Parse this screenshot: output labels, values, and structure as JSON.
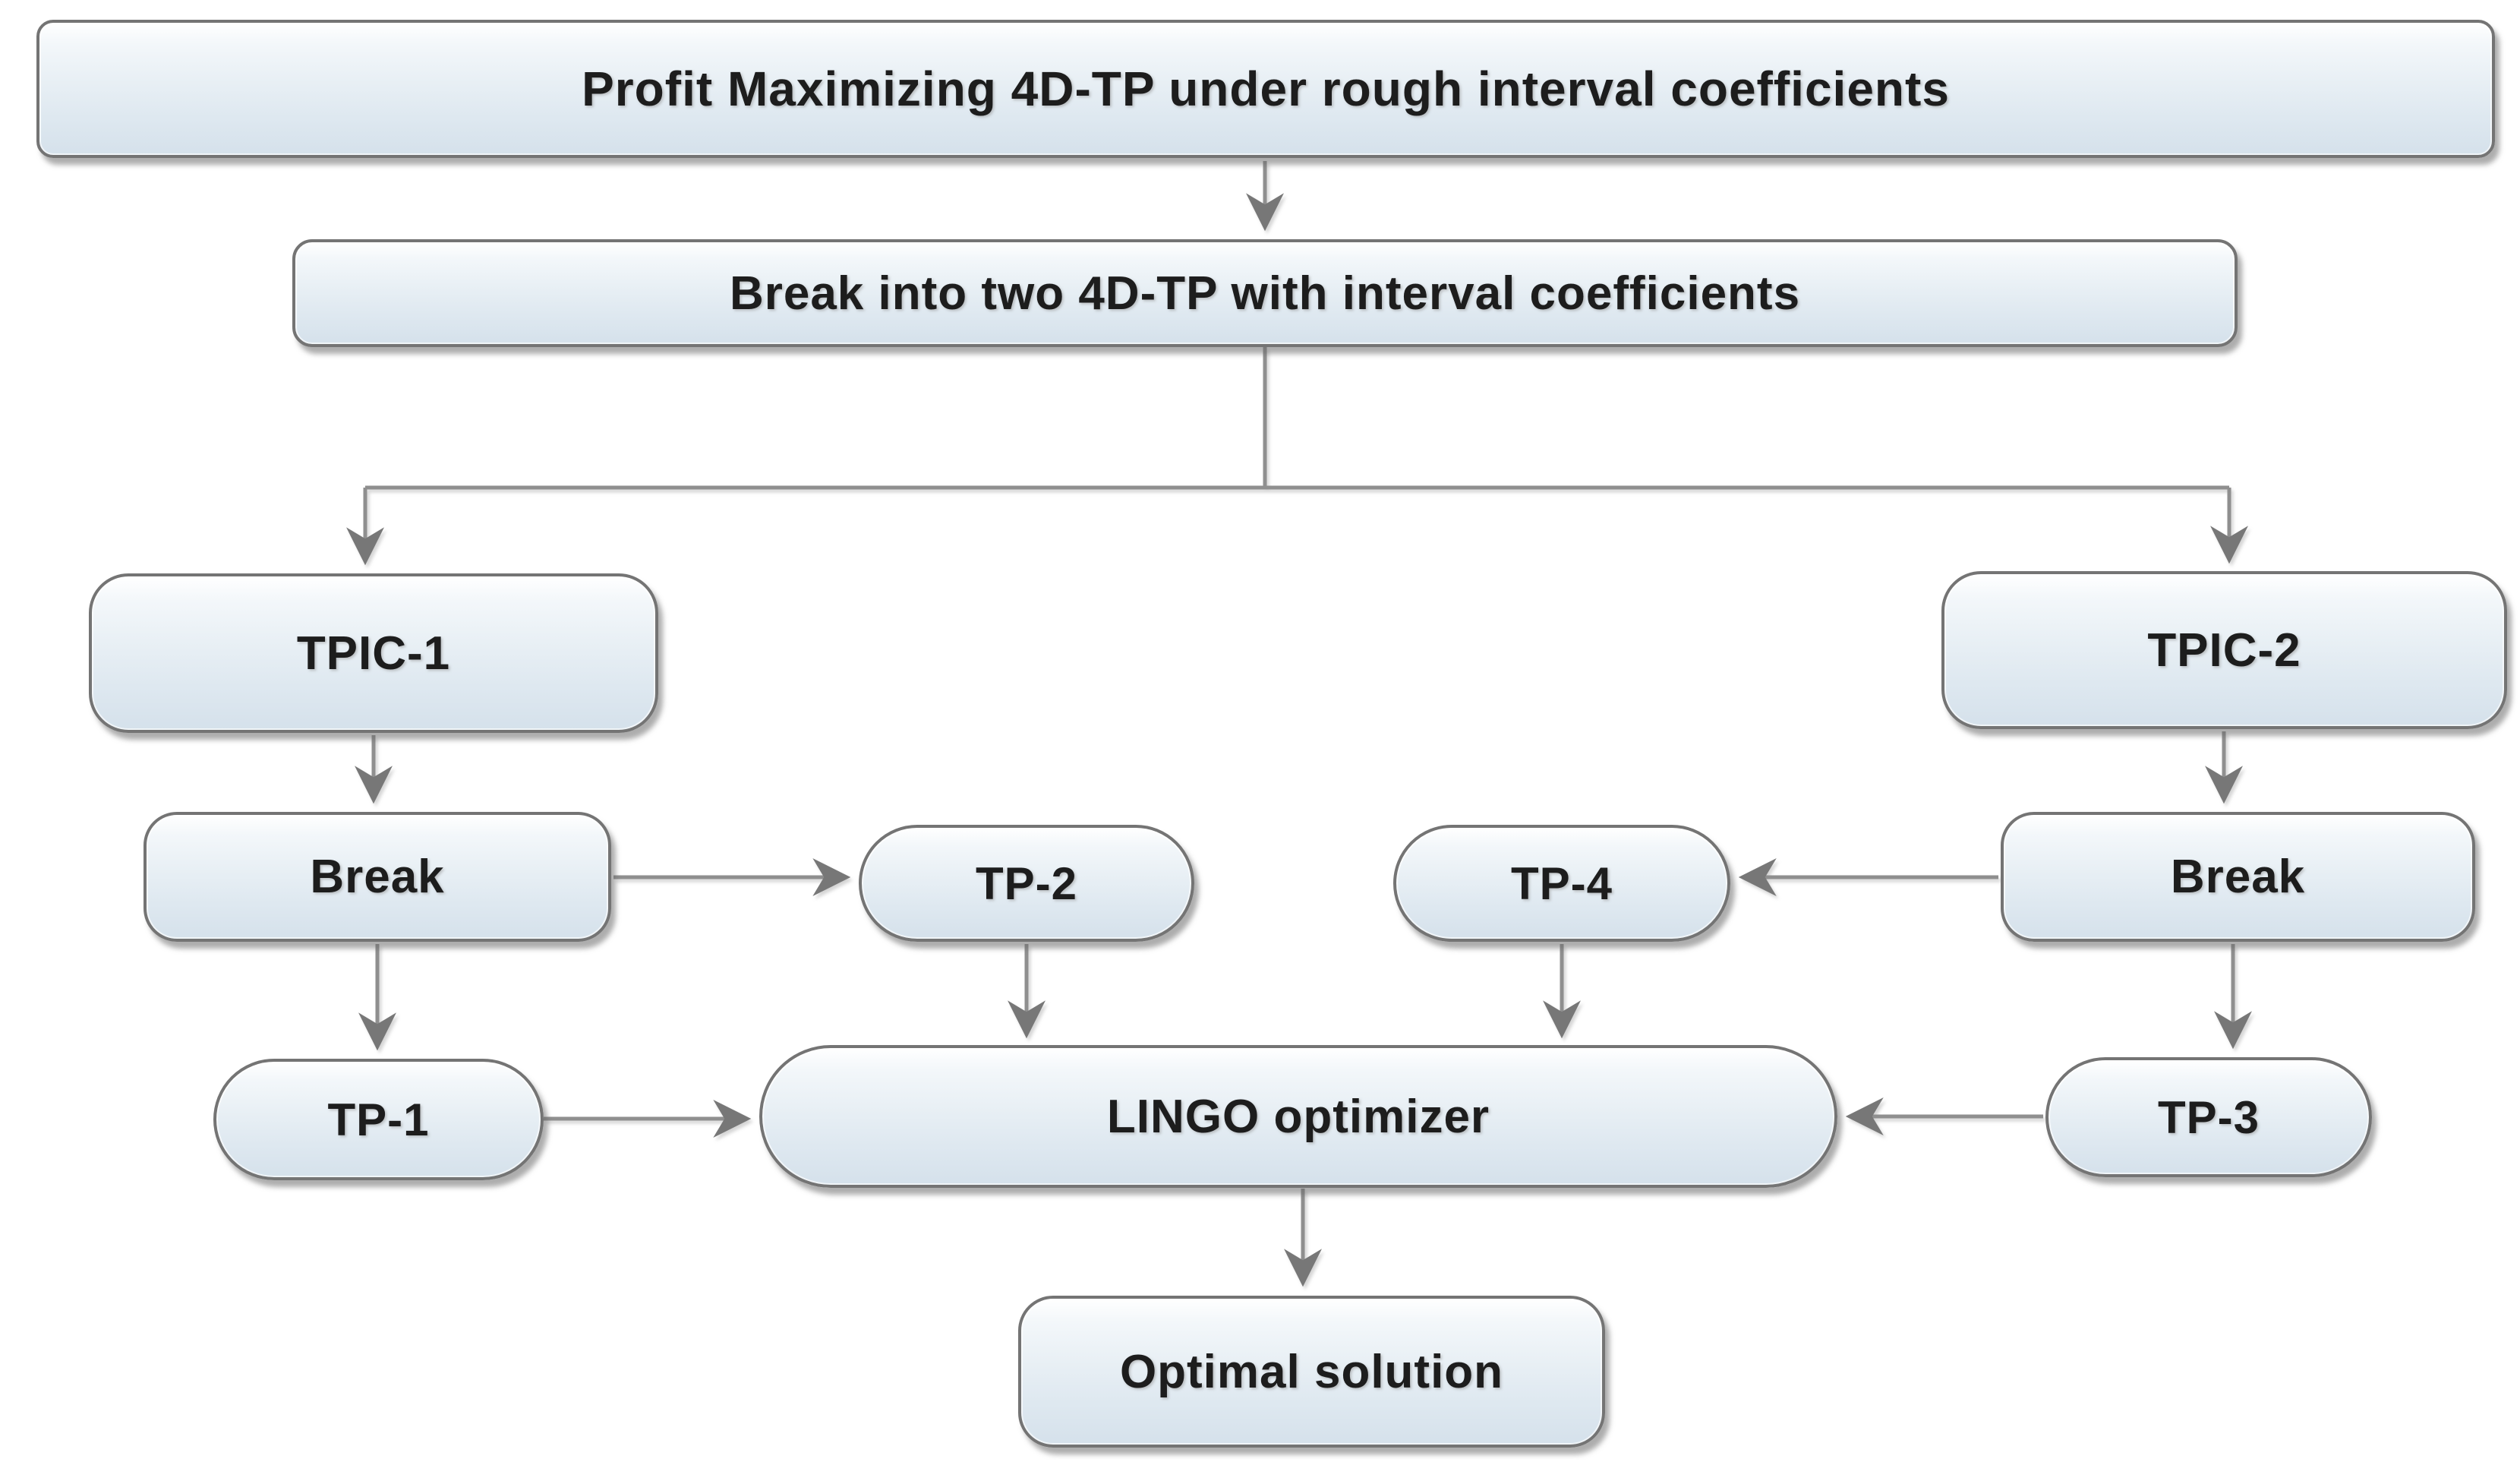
{
  "diagram": {
    "title": "Profit Maximizing 4D-TP under rough interval coefficients",
    "colors": {
      "background": "#ffffff",
      "node_fill_top": "#ffffff",
      "node_fill_bottom": "#d5e1eb",
      "node_border": "#747474",
      "connector": "#8f8f8f",
      "arrowhead": "#777777",
      "text": "#1d1d1d"
    },
    "nodes": [
      {
        "id": "start",
        "label": "Profit Maximizing 4D-TP under rough interval coefficients"
      },
      {
        "id": "split",
        "label": "Break into two 4D-TP with interval coefficients"
      },
      {
        "id": "tpic-1",
        "label": "TPIC-1"
      },
      {
        "id": "tpic-2",
        "label": "TPIC-2"
      },
      {
        "id": "break-left",
        "label": "Break"
      },
      {
        "id": "tp-2",
        "label": "TP-2"
      },
      {
        "id": "tp-4",
        "label": "TP-4"
      },
      {
        "id": "break-right",
        "label": "Break"
      },
      {
        "id": "tp-1",
        "label": "TP-1"
      },
      {
        "id": "lingo",
        "label": "LINGO optimizer"
      },
      {
        "id": "tp-3",
        "label": "TP-3"
      },
      {
        "id": "optimal",
        "label": "Optimal solution"
      }
    ],
    "edges": [
      {
        "from": "start",
        "to": "split"
      },
      {
        "from": "split",
        "to": "tpic-1"
      },
      {
        "from": "split",
        "to": "tpic-2"
      },
      {
        "from": "tpic-1",
        "to": "break-left"
      },
      {
        "from": "tpic-2",
        "to": "break-right"
      },
      {
        "from": "break-left",
        "to": "tp-2"
      },
      {
        "from": "break-left",
        "to": "tp-1"
      },
      {
        "from": "break-right",
        "to": "tp-4"
      },
      {
        "from": "break-right",
        "to": "tp-3"
      },
      {
        "from": "tp-1",
        "to": "lingo"
      },
      {
        "from": "tp-2",
        "to": "lingo"
      },
      {
        "from": "tp-4",
        "to": "lingo"
      },
      {
        "from": "tp-3",
        "to": "lingo"
      },
      {
        "from": "lingo",
        "to": "optimal"
      }
    ]
  }
}
